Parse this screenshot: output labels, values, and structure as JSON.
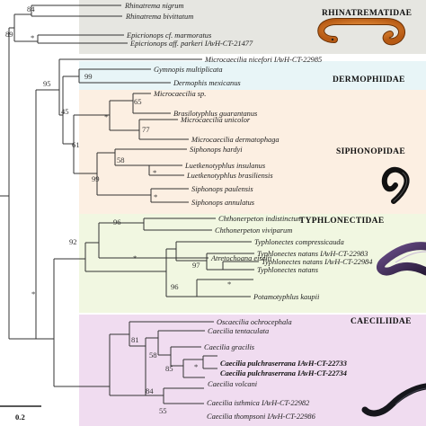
{
  "families": {
    "rhinatrematidae": "RHINATREMATIDAE",
    "dermophiidae": "DERMOPHIIDAE",
    "siphonopidae": "SIPHONOPIDAE",
    "typhlonectidae": "TYPHLONECTIDAE",
    "caeciliidae": "CAECILIIDAE"
  },
  "taxa": {
    "t1": "Rhinatrema nigrum",
    "t2": "Rhinatrema bivittatum",
    "t3": "Epicrionops cf. marmoratus",
    "t4": "Epicrionops aff. parkeri IAvH-CT-21477",
    "t5": "Microcaecilia nicefori IAvH-CT-22985",
    "t6": "Gymnopis multiplicata",
    "t7": "Dermophis mexicanus",
    "t8": "Microcaecilia sp.",
    "t9": "Brasilotyphlus guarantanus",
    "t10": "Microcaecilia unicolor",
    "t11": "Microcaecilia dermatophaga",
    "t12": "Siphonops hardyi",
    "t13": "Luetkenotyphlus insulanus",
    "t14": "Luetkenotyphlus brasiliensis",
    "t15": "Siphonops paulensis",
    "t16": "Siphonops annulatus",
    "t17": "Chthonerpeton indistinctum",
    "t18": "Chthonerpeton viviparum",
    "t19": "Atretochoana eiselti",
    "t20": "Typhlonectes compressicauda",
    "t21": "Typhlonectes natans IAvH-CT-22983",
    "t22": "Typhlonectes natans IAvH-CT-22984",
    "t23": "Typhlonectes natans",
    "t24": "Potamotyphlus kaupii",
    "t25": "Oscaecilia ochrocephala",
    "t26": "Caecilia tentaculata",
    "t27": "Caecilia gracilis",
    "t28": "Caecilia pulchraserrana IAvH-CT-22733",
    "t29": "Caecilia pulchraserrana IAvH-CT-22734",
    "t30": "Caecilia volcani",
    "t31": "Caecilia isthmica IAvH-CT-22982",
    "t32": "Caecilia thompsoni IAvH-CT-22986"
  },
  "support": {
    "s84a": "84",
    "s89": "89",
    "sStarA": "*",
    "s95": "95",
    "s99a": "99",
    "s45": "45",
    "s65": "65",
    "sStarB": "*",
    "s77": "77",
    "s61": "61",
    "s58": "58",
    "sStarC": "*",
    "s99b": "99",
    "sStarD": "*",
    "s96a": "96",
    "s92": "92",
    "sStarE": "*",
    "s97": "97",
    "sStarF": "*",
    "s96b": "96",
    "sStarG": "*",
    "s81": "81",
    "s58b": "58",
    "s85": "85",
    "sStarH": "*",
    "s84b": "84",
    "s55": "55"
  },
  "scale_bar": "0.2",
  "colors": {
    "rhinatrematidae_bg": "#e6e6e1",
    "dermophiidae_bg": "#e8f5f7",
    "siphonopidae_bg": "#fcefe2",
    "typhlonectidae_bg": "#f1f7e1",
    "caeciliidae_bg": "#f0dcf0"
  },
  "icons": [
    "orange-caecilian-photo-icon",
    "black-coiled-caecilian-photo-icon",
    "purple-caecilian-photo-icon",
    "dark-caecilian-photo-icon"
  ]
}
